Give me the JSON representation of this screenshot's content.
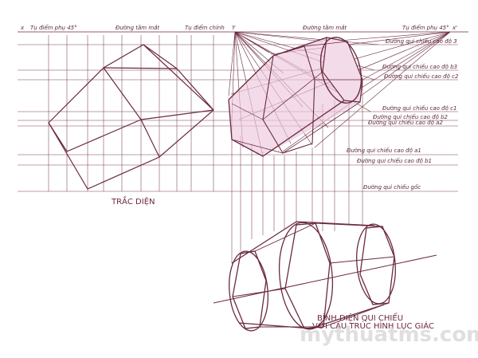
{
  "diagram": {
    "top_labels": {
      "x_left": "x",
      "vp_left": "Tụ điểm phụ 45°",
      "horizon_left": "Đường tầm mắt",
      "main_vp": "Tụ điểm chính",
      "y_mark": "Y",
      "horizon_right": "Đường tầm mắt",
      "vp_right": "Tụ điểm phụ 45°",
      "x_right": "x'"
    },
    "height_lines": [
      "Đường qui chiếu cao độ 3",
      "Đường qui chiếu cao độ b3",
      "Đường qui chiếu cao độ c2",
      "Đường qui chiếu cao độ c1",
      "Đường qui chiếu cao độ b2",
      "Đường qui chiếu cao độ a2",
      "Đường qui chiếu cao độ a1",
      "Đường qui chiếu cao độ b1",
      "Đường qui chiếu gốc"
    ],
    "side_view_caption": "TRẮC DIỆN",
    "plan_caption_1": "BÌNH DIỆN QUI CHIẾU",
    "plan_caption_2": "VỚI CẤU TRÚC HÌNH LỤC GIÁC",
    "watermark": "mythuatms.com",
    "colors": {
      "line": "#6b2a3e",
      "fill": "#ecc8df",
      "grid": "#5f2a3a"
    }
  }
}
